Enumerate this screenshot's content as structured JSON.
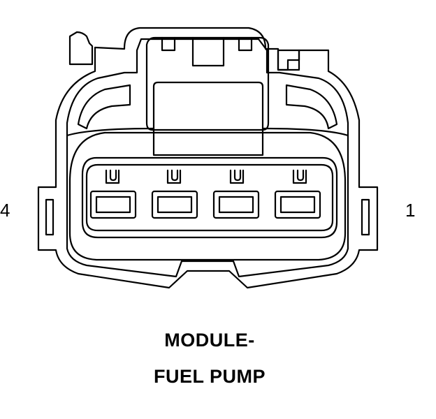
{
  "diagram": {
    "pin_left_label": "4",
    "pin_right_label": "1",
    "caption_line_1": "MODULE-",
    "caption_line_2": "FUEL PUMP",
    "stroke_color": "#000000",
    "background_color": "#ffffff",
    "cavity_count": 4
  }
}
